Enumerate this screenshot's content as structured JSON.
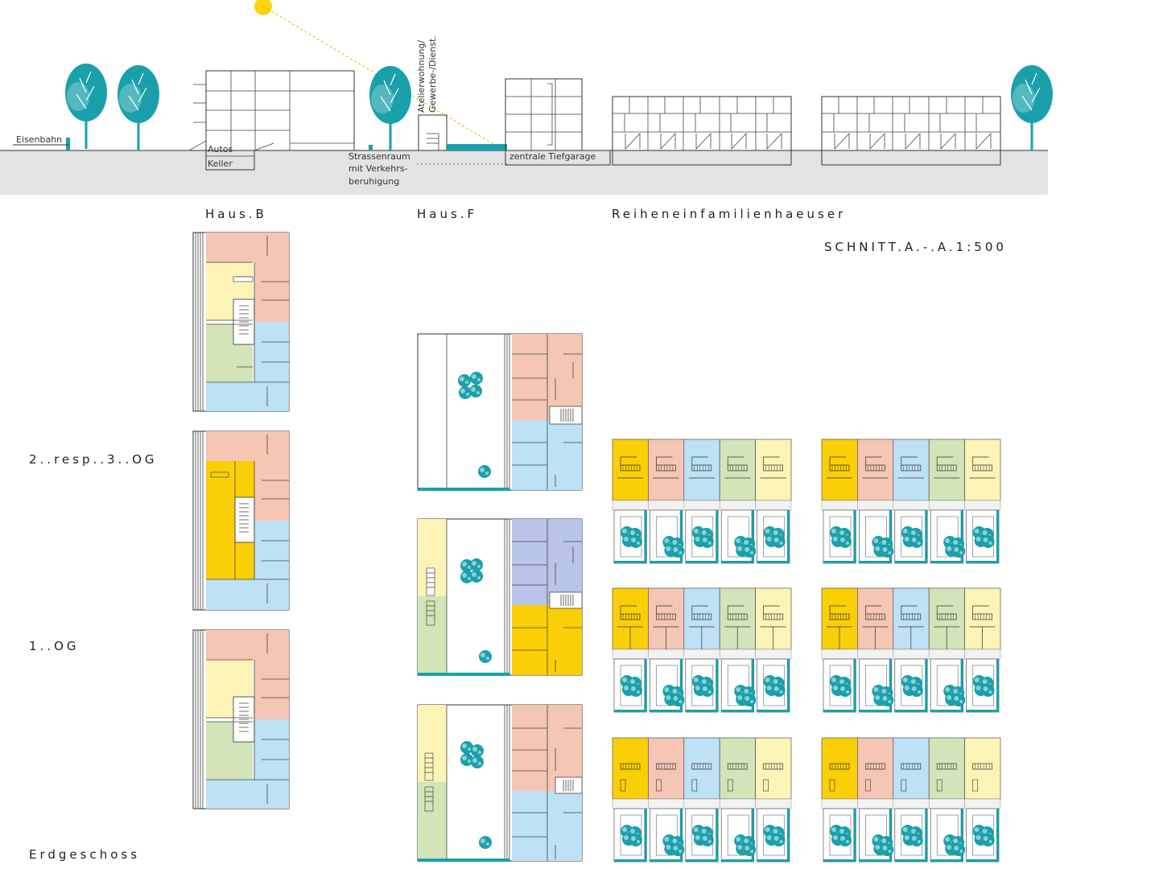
{
  "section": {
    "labels": {
      "eisenbahn": "Eisenbahn",
      "autos": "Autos",
      "keller": "Keller",
      "strassenraum_1": "Strassenraum",
      "strassenraum_2": "mit Verkehrs-",
      "strassenraum_3": "beruhigung",
      "atelier_1": "Atelierwohnung/",
      "atelier_2": "Gewerbe-/Dienst.",
      "tiefgarage": "zentrale Tiefgarage"
    }
  },
  "headings": {
    "haus_b": "Haus.B",
    "haus_f": "Haus.F",
    "reihen": "Reiheneinfamilienhaeuser",
    "schnitt": "SCHNITT.A.-.A.1:500"
  },
  "floors": {
    "og23": "2..resp..3..OG",
    "og1": "1..OG",
    "eg": "Erdgeschoss"
  },
  "colors": {
    "salmon": "#f5c6b4",
    "yellow_light": "#fbf4b6",
    "green": "#d3e4b8",
    "blue": "#bde1f5",
    "gold": "#fbcf05",
    "periwinkle": "#b8c4e8",
    "teal": "#1aa0ab",
    "ground": "#e3e3e3",
    "sun": "#fcd40e"
  },
  "icons": {
    "tree": "tree-icon",
    "sun": "sun-icon",
    "shrub": "shrub-icon"
  }
}
